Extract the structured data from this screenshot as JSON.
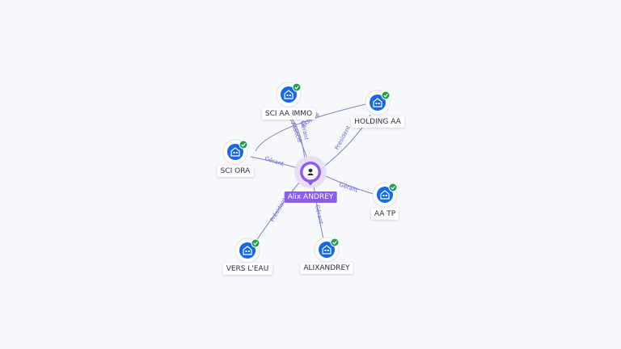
{
  "graph": {
    "center": {
      "label": "Alix ANDREY",
      "icon": "person-icon"
    },
    "nodes": [
      {
        "id": "sci-aa-immo",
        "label": "SCI AA IMMO",
        "icon": "company-icon",
        "verified": true
      },
      {
        "id": "holding-aa",
        "label": "HOLDING AA",
        "icon": "company-icon",
        "verified": true
      },
      {
        "id": "sci-ora",
        "label": "SCI ORA",
        "icon": "company-icon",
        "verified": true
      },
      {
        "id": "aa-tp",
        "label": "AA TP",
        "icon": "company-icon",
        "verified": true
      },
      {
        "id": "vers-leau",
        "label": "VERS L'EAU",
        "icon": "company-icon",
        "verified": true
      },
      {
        "id": "alixandrey",
        "label": "ALIXANDREY",
        "icon": "company-icon",
        "verified": true
      }
    ],
    "edges": [
      {
        "from": "center",
        "to": "sci-aa-immo",
        "label": "Gérant"
      },
      {
        "from": "center",
        "to": "sci-aa-immo",
        "label": "Associé"
      },
      {
        "from": "center",
        "to": "holding-aa",
        "label": "Président"
      },
      {
        "from": "sci-ora",
        "to": "holding-aa",
        "label": "Associé"
      },
      {
        "from": "center",
        "to": "sci-ora",
        "label": "Gérant"
      },
      {
        "from": "center",
        "to": "aa-tp",
        "label": "Gérant"
      },
      {
        "from": "center",
        "to": "vers-leau",
        "label": "Président"
      },
      {
        "from": "center",
        "to": "alixandrey",
        "label": "Gérant"
      }
    ]
  },
  "colors": {
    "company_fill": "#1768e8",
    "verified_fill": "#1e9e4f",
    "person_fill": "#8c5cf0",
    "edge": "#7f86b8",
    "edge_label": "#6c63d9"
  }
}
